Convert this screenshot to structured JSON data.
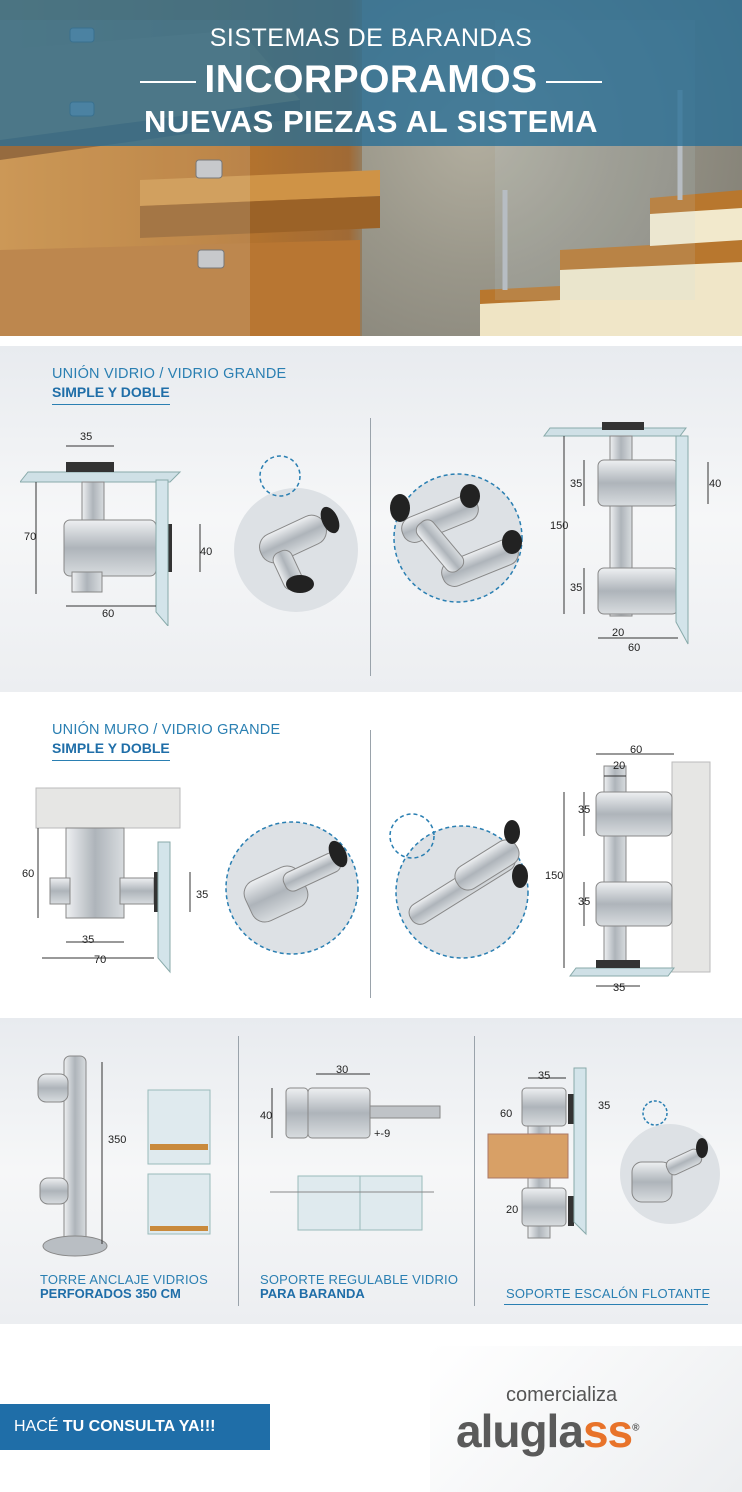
{
  "hero": {
    "subtitle": "SISTEMAS DE BARANDAS",
    "title": "INCORPORAMOS",
    "title2": "NUEVAS PIEZAS AL SISTEMA"
  },
  "section1": {
    "title": "UNIÓN VIDRIO / VIDRIO GRANDE",
    "subtitle": "SIMPLE Y DOBLE",
    "dims_left": {
      "top": "35",
      "height": "70",
      "right": "40",
      "bottom": "60"
    },
    "dims_right": {
      "top": "35",
      "right": "40",
      "total": "150",
      "low": "35",
      "base_a": "20",
      "base_b": "60"
    }
  },
  "section2": {
    "title": "UNIÓN MURO / VIDRIO GRANDE",
    "subtitle": "SIMPLE Y DOBLE",
    "dims_left": {
      "height": "60",
      "right": "35",
      "inner": "35",
      "bottom": "70"
    },
    "dims_right": {
      "top_a": "60",
      "top_b": "20",
      "upper": "35",
      "total": "150",
      "lower": "35",
      "base": "35"
    }
  },
  "section3": {
    "items": [
      {
        "line1": "TORRE ANCLAJE VIDRIOS",
        "line2": "PERFORADOS 350 CM",
        "dim": "350"
      },
      {
        "line1": "SOPORTE REGULABLE VIDRIO",
        "line2": "PARA BARANDA",
        "dim_a": "30",
        "dim_b": "40",
        "dim_c": "+-9"
      },
      {
        "line1": "SOPORTE ESCALÓN FLOTANTE",
        "line2": "",
        "dim_a": "35",
        "dim_b": "60",
        "dim_c": "35",
        "dim_d": "20"
      }
    ]
  },
  "cta": {
    "prefix": "HACÉ ",
    "bold": "TU CONSULTA YA!!!"
  },
  "brand": {
    "tagline": "comercializa",
    "name_a": "alugla",
    "name_b": "ss",
    "reg": "®",
    "accent": "#e8732a",
    "blue": "#1f6ea8"
  }
}
